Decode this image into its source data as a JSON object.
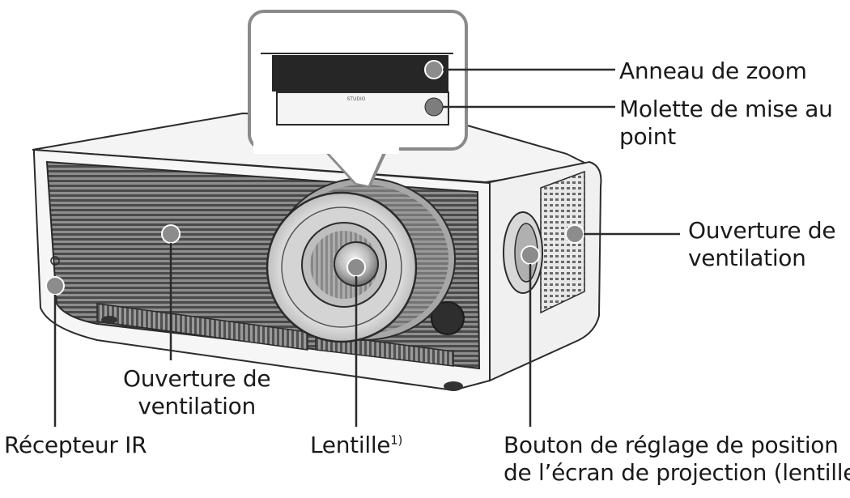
{
  "labels": {
    "zoom_ring": "Anneau de zoom",
    "focus_wheel_line1": "Molette de mise au",
    "focus_wheel_line2": "point",
    "vent_right_line1": "Ouverture de",
    "vent_right_line2": "ventilation",
    "vent_front_line1": "Ouverture de",
    "vent_front_line2": "ventilation",
    "ir_receiver": "Récepteur IR",
    "lens": "Lentille",
    "lens_note": "1)",
    "shift_button_line1": "Bouton de réglage de position",
    "shift_button_line2": "de l’écran de projection (lentille)"
  },
  "colors": {
    "outline": "#2b2b2b",
    "body_top": "#f3f3f3",
    "grille": "#6d6d6d",
    "grille_dark": "#3c3c3c",
    "lens_ring": "#9a9a9a",
    "marker": "#8c8c8c"
  }
}
